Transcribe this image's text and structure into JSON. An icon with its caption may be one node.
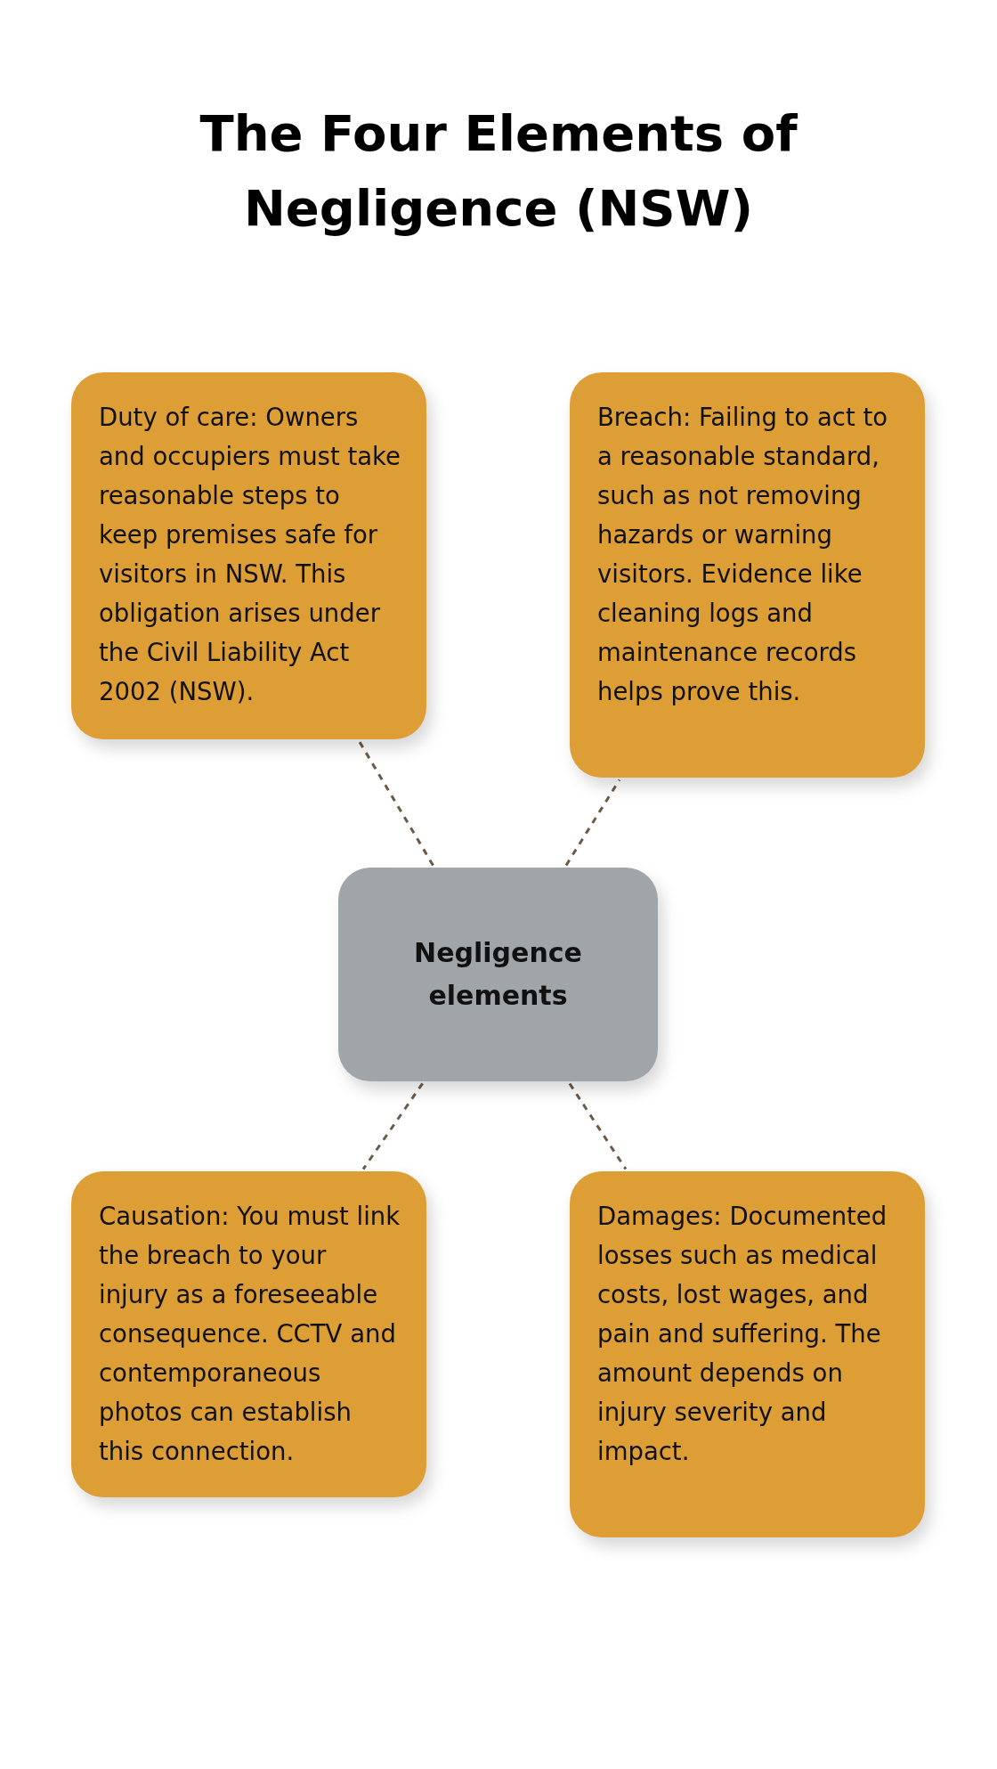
{
  "diagram": {
    "title": "The Four Elements of Negligence (NSW)",
    "nodes": [
      {
        "text": [
          "Duty of care: Owners and occupiers must take reasonable steps to keep premises safe for visitors in NSW. This obligation arises under the Civil Liability Act 2002 (NSW)."
        ]
      },
      {
        "text": [
          "Breach: Failing to act to a reasonable standard, such as not removing hazards or warning visitors. Evidence like cleaning logs and maintenance records helps prove this."
        ]
      },
      {
        "text": [
          "Negligence elements"
        ]
      },
      {
        "text": [
          "Causation: You must link the breach to your injury as a foreseeable consequence. CCTV and contemporaneous photos can establish this connection."
        ]
      },
      {
        "text": [
          "Damages: Documented losses such as medical costs, lost wages, and pain and suffering. The amount depends on injury severity and impact."
        ]
      }
    ],
    "edges": [
      {
        "from": 2,
        "to": 0,
        "arrow": "none",
        "style": "dashed"
      },
      {
        "from": 2,
        "to": 1,
        "arrow": "none",
        "style": "dashed"
      },
      {
        "from": 2,
        "to": 3,
        "arrow": "none",
        "style": "dashed"
      },
      {
        "from": 2,
        "to": 4,
        "arrow": "none",
        "style": "dashed"
      }
    ]
  }
}
